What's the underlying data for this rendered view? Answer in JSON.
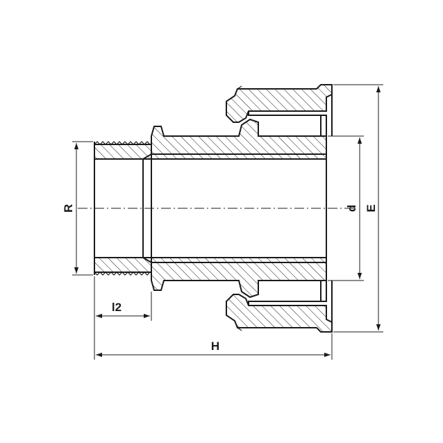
{
  "labels": {
    "R": "R",
    "l2": "l2",
    "H": "H",
    "d": "d",
    "E": "E"
  },
  "colors": {
    "line": "#1a1a1a",
    "background": "#ffffff"
  }
}
